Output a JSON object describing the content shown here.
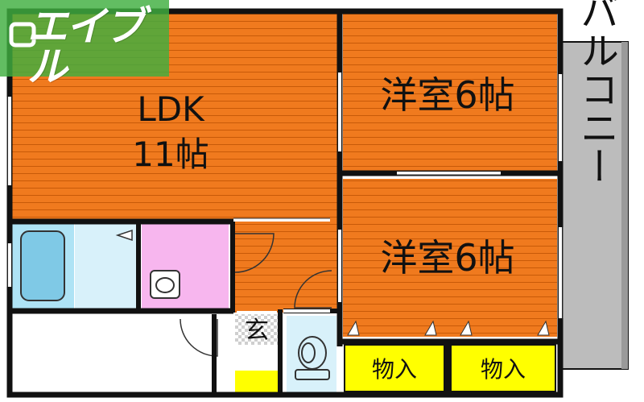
{
  "logo": {
    "text": "エイブル",
    "color": "#3fae3f"
  },
  "rooms": {
    "ldk": {
      "line1": "LDK",
      "line2": "11帖"
    },
    "western_room_top": {
      "label": "洋室6帖"
    },
    "western_room_bottom": {
      "label": "洋室6帖"
    },
    "balcony": {
      "label": "バルコニー"
    },
    "storage_left": {
      "label": "物入"
    },
    "storage_right": {
      "label": "物入"
    },
    "entrance": {
      "label": "玄"
    }
  },
  "colors": {
    "floor": "#f07a1e",
    "floor_line": "#c85a08",
    "wall": "#111111",
    "balcony": "#bcbcbc",
    "bath": "#aee3f5",
    "toilet_room": "#f7b6ee",
    "storage": "#ffff00"
  }
}
